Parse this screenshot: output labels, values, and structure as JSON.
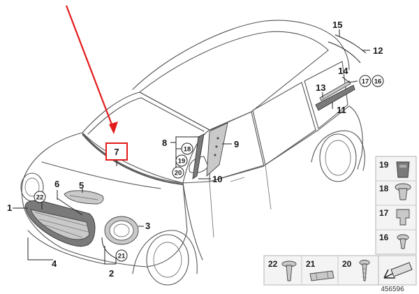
{
  "diagram_number": "456596",
  "highlight": {
    "label": "7",
    "arrow_color": "#e31b1b",
    "box_color": "#e31b1b"
  },
  "callouts": {
    "c1": "1",
    "c2": "2",
    "c3": "3",
    "c4": "4",
    "c5": "5",
    "c6": "6",
    "c8": "8",
    "c9": "9",
    "c10": "10",
    "c11": "11",
    "c12": "12",
    "c13": "13",
    "c14": "14",
    "c15": "15",
    "c16": "16",
    "c17": "17",
    "c18": "18",
    "c19": "19",
    "c20": "20",
    "c21": "21",
    "c22": "22"
  },
  "panel": {
    "p19": "19",
    "p18": "18",
    "p17": "17",
    "p16": "16",
    "p22": "22",
    "p21": "21",
    "p20": "20"
  },
  "icon": "kit-symbol-icon"
}
